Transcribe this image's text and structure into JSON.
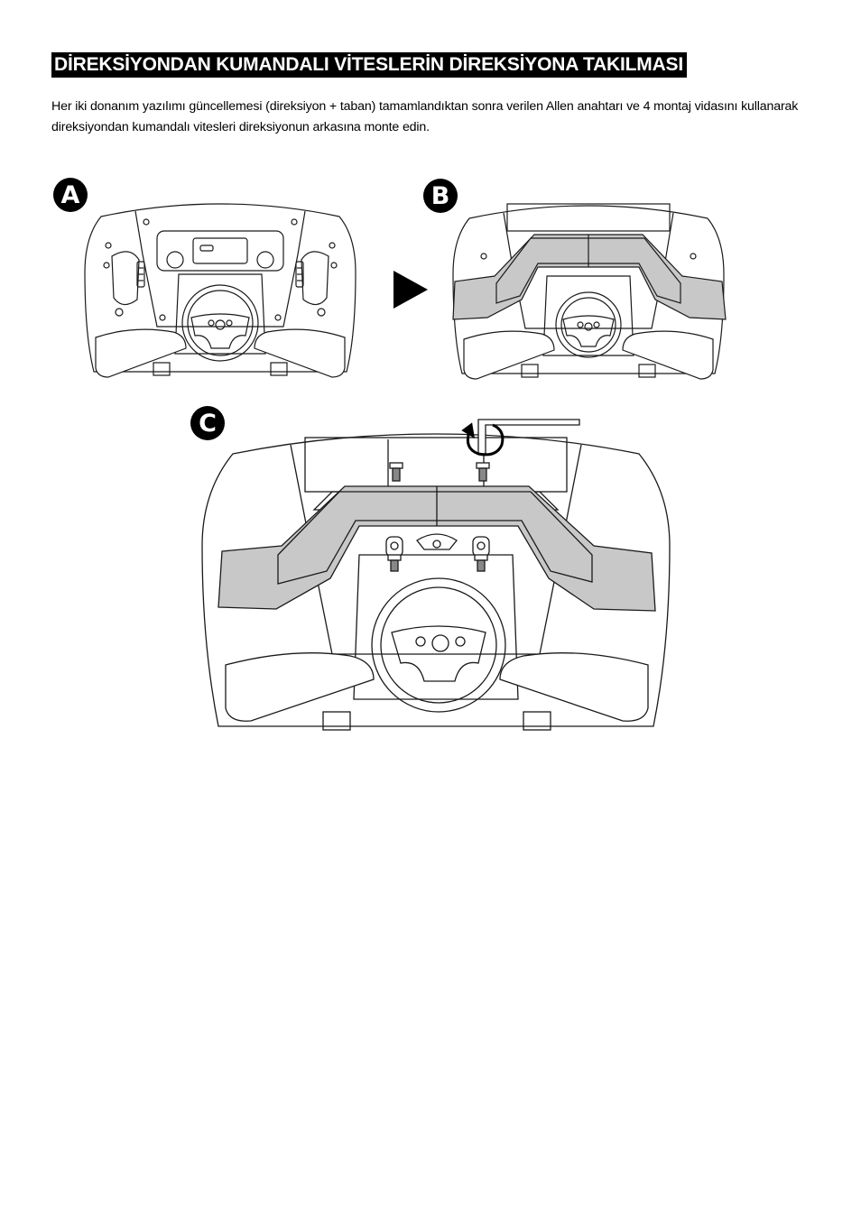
{
  "header": {
    "title": "DİREKSİYONDAN KUMANDALI VİTESLERİN DİREKSİYONA TAKILMASI"
  },
  "body": {
    "paragraph": "Her iki donanım yazılımı güncellemesi (direksiyon + taban) tamamlandıktan sonra verilen Allen anahtarı ve 4 montaj vidasını kullanarak direksiyondan kumandalı vitesleri direksiyonun arkasına monte edin."
  },
  "steps": {
    "a": "A",
    "b": "B",
    "c": "C"
  },
  "icons": {
    "arrow": "play-arrow-icon",
    "rotate": "rotate-clockwise-icon",
    "allen_key": "allen-key-icon"
  },
  "colors": {
    "title_bg": "#000000",
    "title_fg": "#ffffff",
    "paddle_fill": "#c8c8c8",
    "line": "#1a1a1a"
  }
}
